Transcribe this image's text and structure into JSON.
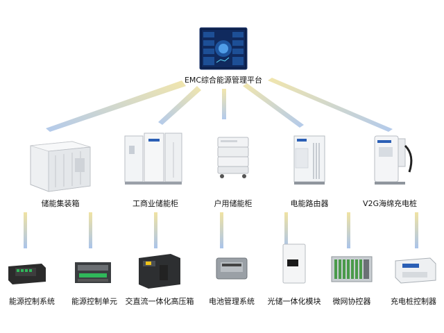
{
  "platform": {
    "label": "EMC综合能源管理平台"
  },
  "products": [
    {
      "label": "储能集装箱"
    },
    {
      "label": "工商业储能柜"
    },
    {
      "label": "户用储能柜"
    },
    {
      "label": "电能路由器"
    },
    {
      "label": "V2G海绵充电桩"
    }
  ],
  "components": [
    {
      "label": "能源控制系统"
    },
    {
      "label": "能源控制单元"
    },
    {
      "label": "交直流一体化高压箱"
    },
    {
      "label": "电池管理系统"
    },
    {
      "label": "光储一体化模块"
    },
    {
      "label": "微网协控器"
    },
    {
      "label": "充电桩控制器"
    }
  ],
  "colors": {
    "link_yellow": "#efe2a0",
    "link_blue": "#a9c3e8",
    "screen_dark": "#0b1f4a",
    "cabinet_white": "#f2f4f6",
    "device_dark": "#2b2b2b",
    "accent_green": "#2fb85a"
  }
}
